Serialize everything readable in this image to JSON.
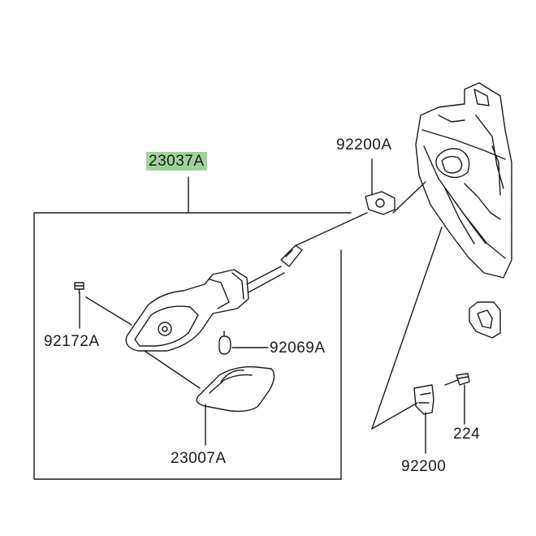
{
  "labels": {
    "assembly": "23037A",
    "screw_top": "92200A",
    "screw_left": "92172A",
    "bulb": "92069A",
    "lens": "23007A",
    "bolt": "224",
    "clip": "92200"
  },
  "colors": {
    "line": "#1a1a1a",
    "highlight": "#9fd29b",
    "background": "#ffffff"
  }
}
